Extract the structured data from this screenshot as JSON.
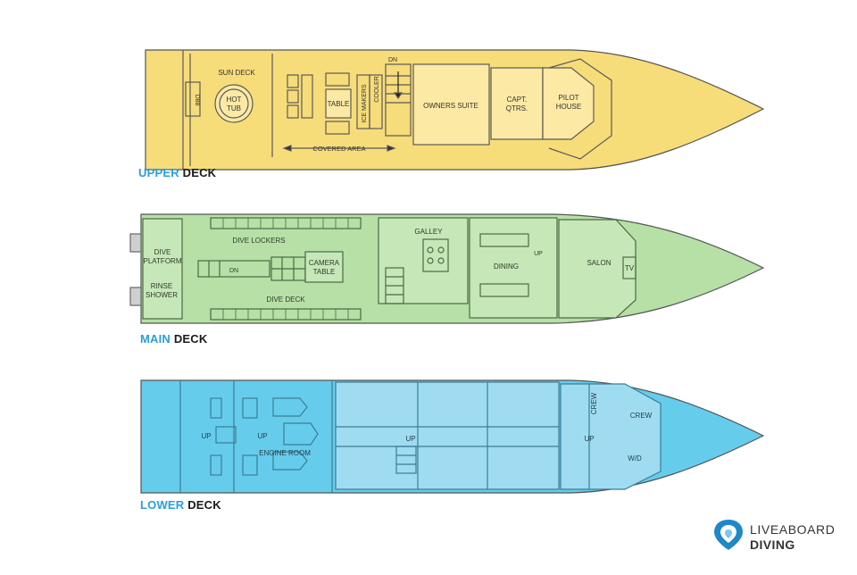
{
  "decks": {
    "upper": {
      "label_highlight": "UPPER",
      "label_word": "DECK",
      "color": "#f7dc7a",
      "rooms": {
        "sun_deck": "SUN DECK",
        "hot_tub_1": "HOT",
        "hot_tub_2": "TUB",
        "table": "TABLE",
        "ice_makers": "ICE MAKERS",
        "cooler": "COOLER",
        "dn": "DN",
        "owners_suite": "OWNERS SUITE",
        "capt_1": "CAPT.",
        "capt_2": "QTRS.",
        "pilot_1": "PILOT",
        "pilot_2": "HOUSE",
        "covered_area": "COVERED AREA",
        "hull_mark": "D88"
      }
    },
    "main": {
      "label_highlight": "MAIN",
      "label_word": "DECK",
      "color": "#b6e0a6",
      "rooms": {
        "dive_platform_1": "DIVE",
        "dive_platform_2": "PLATFORM",
        "rinse_1": "RINSE",
        "rinse_2": "SHOWER",
        "dive_lockers": "DIVE LOCKERS",
        "dn": "DN",
        "camera_1": "CAMERA",
        "camera_2": "TABLE",
        "dive_deck": "DIVE DECK",
        "galley": "GALLEY",
        "up": "UP",
        "dining": "DINING",
        "salon": "SALON",
        "tv": "TV"
      }
    },
    "lower": {
      "label_highlight": "LOWER",
      "label_word": "DECK",
      "color": "#66ccec",
      "rooms": {
        "up": "UP",
        "engine_room": "ENGINE ROOM",
        "crew_1": "CREW",
        "crew_2": "CREW",
        "wd": "W/D"
      }
    }
  },
  "logo": {
    "line1": "LIVEABOARD",
    "line2": "DIVING",
    "colors": {
      "primary": "#1e88c8",
      "accent": "#7ec8ee"
    }
  }
}
